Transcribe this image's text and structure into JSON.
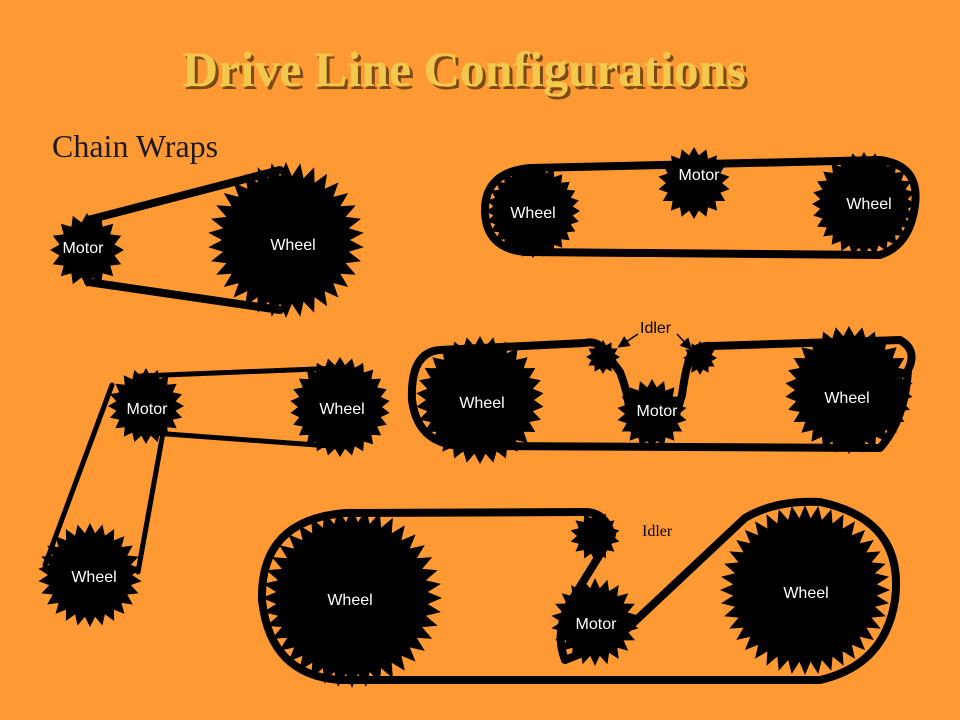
{
  "slide": {
    "title": "Drive Line Configurations",
    "subtitle": "Chain Wraps"
  },
  "labels": {
    "wheel": "Wheel",
    "motor": "Motor",
    "idler": "Idler"
  },
  "colors": {
    "background": "#FF9933",
    "title_fill": "#F2C94C",
    "title_shadow": "#7A4A12",
    "sprocket": "#000000",
    "label_text": "#FFFFFF"
  }
}
